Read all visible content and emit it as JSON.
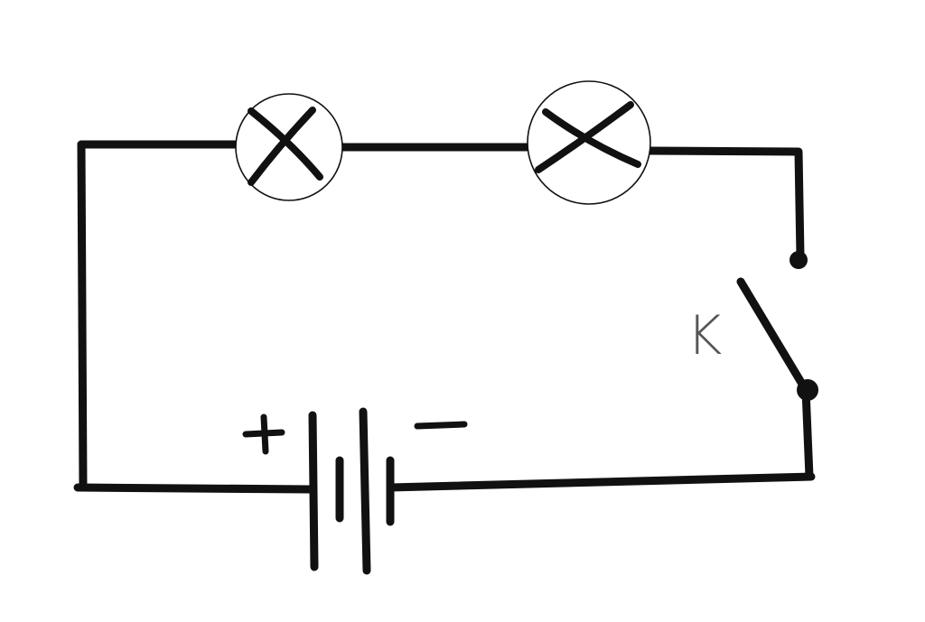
{
  "diagram": {
    "type": "series-circuit",
    "components": {
      "lamps": [
        {
          "name": "lamp-1"
        },
        {
          "name": "lamp-2"
        }
      ],
      "battery": {
        "positive_label": "+",
        "negative_label": "−"
      },
      "switch": {
        "label": "K",
        "state": "open"
      }
    }
  },
  "colors": {
    "stroke": "#111111",
    "label": "#555555",
    "background": "#ffffff",
    "lamp_fill": "#ffffff"
  }
}
